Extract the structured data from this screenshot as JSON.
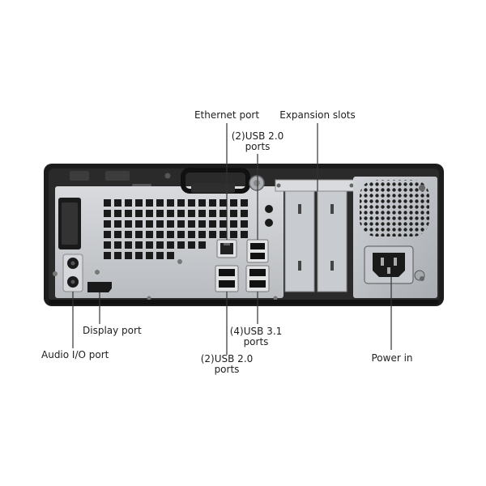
{
  "labels": {
    "ethernet": "Ethernet port",
    "expansion": "Expansion slots",
    "usb20_top_line1": "(2)USB 2.0",
    "usb20_top_line2": "ports",
    "display": "Display port",
    "audio": "Audio I/O port",
    "usb31_line1": "(4)USB 3.1",
    "usb31_line2": "ports",
    "usb20_bottom_line1": "(2)USB 2.0",
    "usb20_bottom_line2": "ports",
    "power": "Power in"
  },
  "colors": {
    "chassis": "#1c1c1c",
    "panel": "#c9ccd0",
    "vent": "#1a1a1a",
    "psu": "#b8bcc1",
    "leader": "#333333"
  }
}
